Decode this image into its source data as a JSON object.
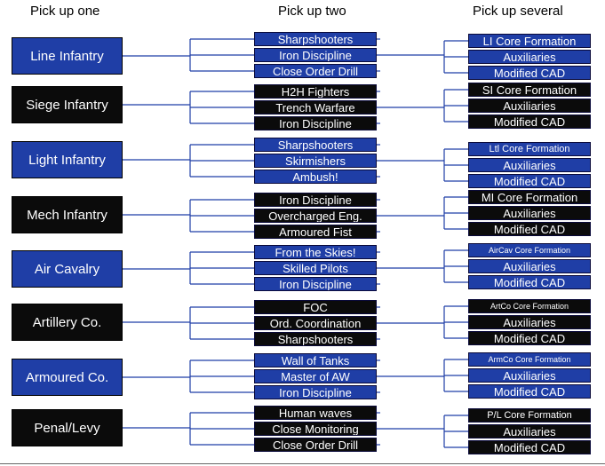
{
  "headers": {
    "one": "Pick up one",
    "two": "Pick up two",
    "several": "Pick up several"
  },
  "colors": {
    "blue": "#1f3ea6",
    "black": "#0b0b0b",
    "connector": "#1f3ea6"
  },
  "rows": [
    {
      "unit": "Line Infantry",
      "unit_color": "blue",
      "options": [
        "Sharpshooters",
        "Iron Discipline",
        "Close Order Drill"
      ],
      "options_color": "blue",
      "several": [
        "LI Core Formation",
        "Auxiliaries",
        "Modified CAD"
      ],
      "several_color": "blue"
    },
    {
      "unit": "Siege Infantry",
      "unit_color": "black",
      "options": [
        "H2H Fighters",
        "Trench Warfare",
        "Iron Discipline"
      ],
      "options_color": "black",
      "several": [
        "SI Core Formation",
        "Auxiliaries",
        "Modified CAD"
      ],
      "several_color": "black"
    },
    {
      "unit": "Light Infantry",
      "unit_color": "blue",
      "options": [
        "Sharpshooters",
        "Skirmishers",
        "Ambush!"
      ],
      "options_color": "blue",
      "several": [
        "Ltl Core Formation",
        "Auxiliaries",
        "Modified CAD"
      ],
      "several_color": "blue"
    },
    {
      "unit": "Mech Infantry",
      "unit_color": "black",
      "options": [
        "Iron Discipline",
        "Overcharged Eng.",
        "Armoured  Fist"
      ],
      "options_color": "black",
      "several": [
        "MI Core Formation",
        "Auxiliaries",
        "Modified CAD"
      ],
      "several_color": "black"
    },
    {
      "unit": "Air Cavalry",
      "unit_color": "blue",
      "options": [
        "From the Skies!",
        "Skilled Pilots",
        "Iron Discipline"
      ],
      "options_color": "blue",
      "several": [
        "AirCav Core Formation",
        "Auxiliaries",
        "Modified CAD"
      ],
      "several_color": "blue"
    },
    {
      "unit": "Artillery Co.",
      "unit_color": "black",
      "options": [
        "FOC",
        "Ord. Coordination",
        "Sharpshooters"
      ],
      "options_color": "black",
      "several": [
        "ArtCo Core Formation",
        "Auxiliaries",
        "Modified CAD"
      ],
      "several_color": "black"
    },
    {
      "unit": "Armoured Co.",
      "unit_color": "blue",
      "options": [
        "Wall of Tanks",
        "Master of AW",
        "Iron Discipline"
      ],
      "options_color": "blue",
      "several": [
        "ArmCo Core Formation",
        "Auxiliaries",
        "Modified CAD"
      ],
      "several_color": "blue"
    },
    {
      "unit": "Penal/Levy",
      "unit_color": "black",
      "options": [
        "Human waves",
        "Close Monitoring",
        "Close Order Drill"
      ],
      "options_color": "black",
      "several": [
        "P/L Core Formation",
        "Auxiliaries",
        "Modified CAD"
      ],
      "several_color": "black"
    }
  ]
}
